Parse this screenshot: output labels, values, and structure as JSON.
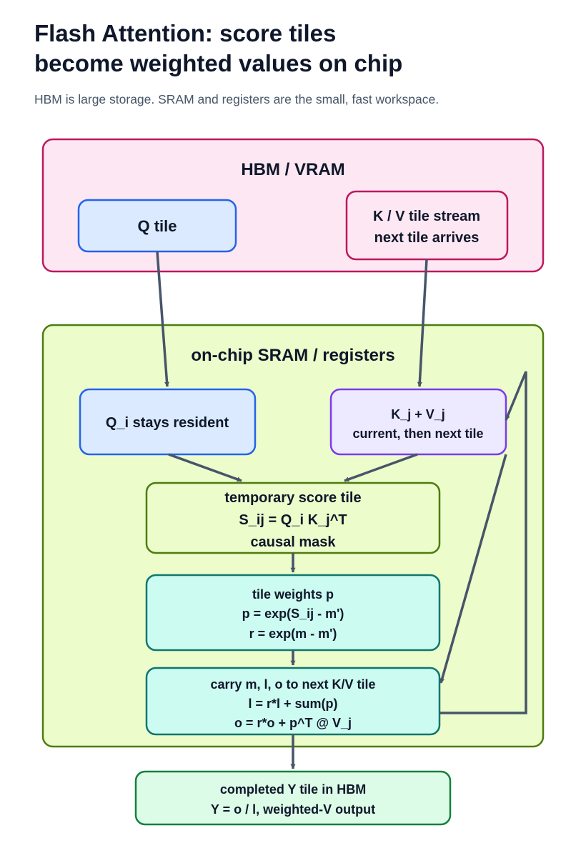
{
  "header": {
    "title_line1": "Flash Attention: score tiles",
    "title_line2": "become weighted values on chip",
    "subtitle": "HBM is large storage. SRAM and registers are the small, fast workspace."
  },
  "regions": {
    "hbm": {
      "label": "HBM / VRAM"
    },
    "sram": {
      "label": "on-chip SRAM / registers"
    }
  },
  "nodes": {
    "q_tile": {
      "lines": [
        "Q tile"
      ]
    },
    "kv_stream": {
      "lines": [
        "K / V tile stream",
        "next tile arrives"
      ]
    },
    "q_resident": {
      "lines": [
        "Q_i stays resident"
      ]
    },
    "kv_current": {
      "lines": [
        "K_j + V_j",
        "current, then next tile"
      ]
    },
    "score_tile": {
      "lines": [
        "temporary score tile",
        "S_ij = Q_i K_j^T",
        "causal mask"
      ]
    },
    "tile_weights": {
      "lines": [
        "tile weights p",
        "p = exp(S_ij - m')",
        "r = exp(m - m')"
      ]
    },
    "carry": {
      "lines": [
        "carry m, l, o to next K/V tile",
        "l = r*l + sum(p)",
        "o = r*o + p^T @ V_j"
      ]
    },
    "output": {
      "lines": [
        "completed Y tile in HBM",
        "Y = o / l, weighted-V output"
      ]
    }
  },
  "colors": {
    "hbm_fill": "#fce7f3",
    "hbm_stroke": "#be185d",
    "sram_fill": "#ecfccb",
    "sram_stroke": "#4d7c0f",
    "q_fill": "#dbeafe",
    "q_stroke": "#2563eb",
    "kv_fill": "#fce7f3",
    "kv_stroke": "#be185d",
    "kv_current_fill": "#ede9fe",
    "kv_current_stroke": "#7c3aed",
    "score_fill": "#ecfccb",
    "score_stroke": "#4d7c0f",
    "weights_fill": "#ccfbf1",
    "weights_stroke": "#0f766e",
    "output_fill": "#dcfce7",
    "output_stroke": "#15803d",
    "arrow": "#475569",
    "title": "#0f172a",
    "subtitle": "#475569"
  }
}
